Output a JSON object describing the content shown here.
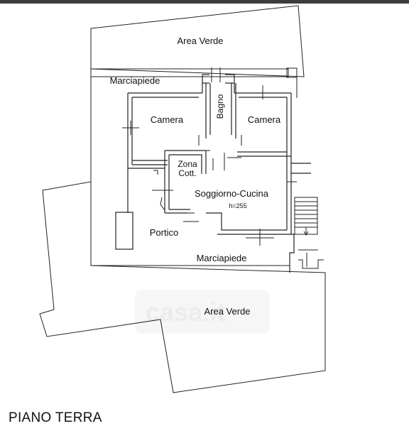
{
  "labels": {
    "green_top": "Area Verde",
    "sidewalk_top": "Marciapiede",
    "room_bedroom_left": "Camera",
    "room_bathroom": "Bagno",
    "room_bedroom_right": "Camera",
    "room_kitchenette_line1": "Zona",
    "room_kitchenette_line2": "Cott.",
    "room_living": "Soggiorno-Cucina",
    "ceiling_height": "h=255",
    "porch": "Portico",
    "sidewalk_bottom": "Marciapiede",
    "green_bottom": "Area Verde",
    "watermark": "casa.it"
  },
  "floor_title": "PIANO TERRA"
}
